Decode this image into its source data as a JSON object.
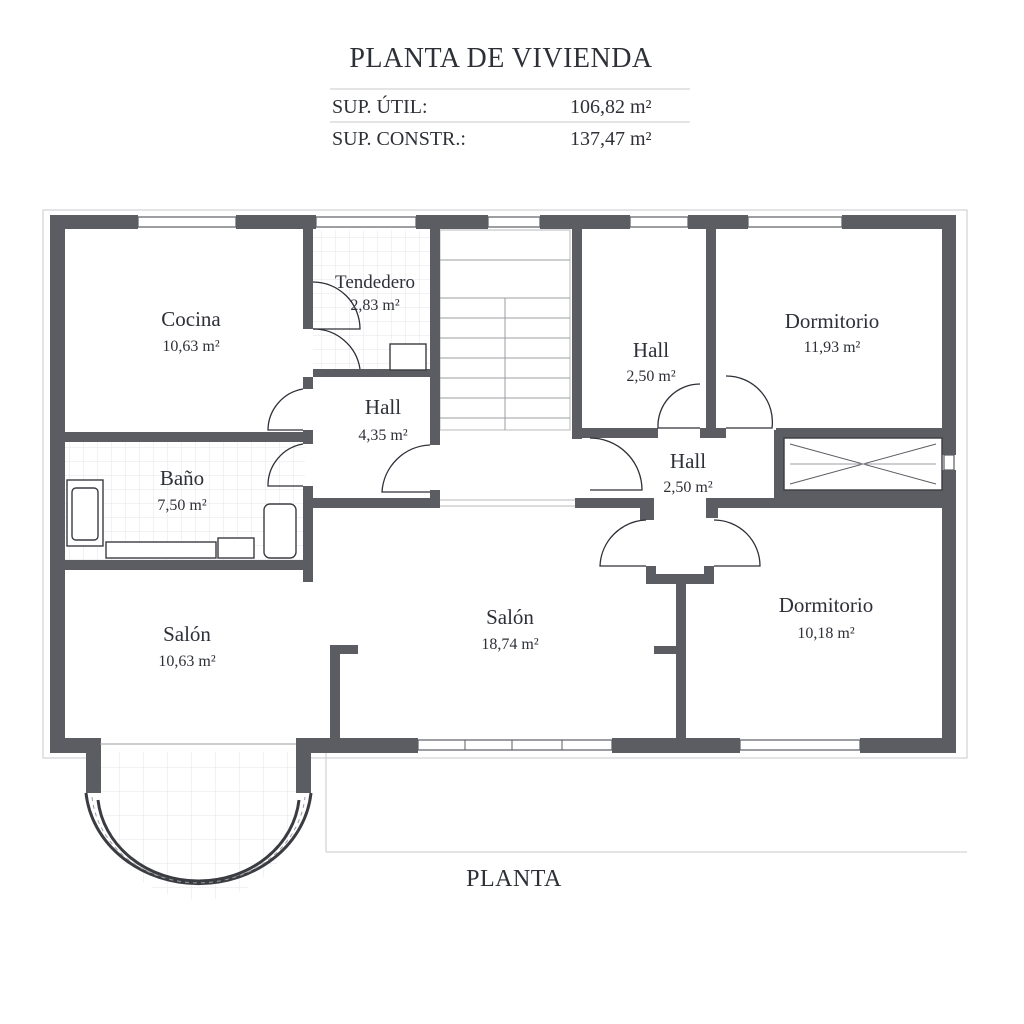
{
  "header": {
    "title": "PLANTA DE VIVIENDA",
    "sup_util_label": "SUP. ÚTIL:",
    "sup_util_value": "106,82 m²",
    "sup_constr_label": "SUP. CONSTR.:",
    "sup_constr_value": "137,47 m²"
  },
  "rooms": {
    "cocina": {
      "name": "Cocina",
      "area": "10,63 m²"
    },
    "tendedero": {
      "name": "Tendedero",
      "area": "2,83 m²"
    },
    "hall_center": {
      "name": "Hall",
      "area": "4,35 m²"
    },
    "hall_upper": {
      "name": "Hall",
      "area": "2,50 m²"
    },
    "hall_right": {
      "name": "Hall",
      "area": "2,50 m²"
    },
    "dormitorio_1": {
      "name": "Dormitorio",
      "area": "11,93 m²"
    },
    "bano": {
      "name": "Baño",
      "area": "7,50 m²"
    },
    "salon_left": {
      "name": "Salón",
      "area": "10,63 m²"
    },
    "salon_center": {
      "name": "Salón",
      "area": "18,74 m²"
    },
    "dormitorio_2": {
      "name": "Dormitorio",
      "area": "10,18 m²"
    }
  },
  "caption": "PLANTA"
}
